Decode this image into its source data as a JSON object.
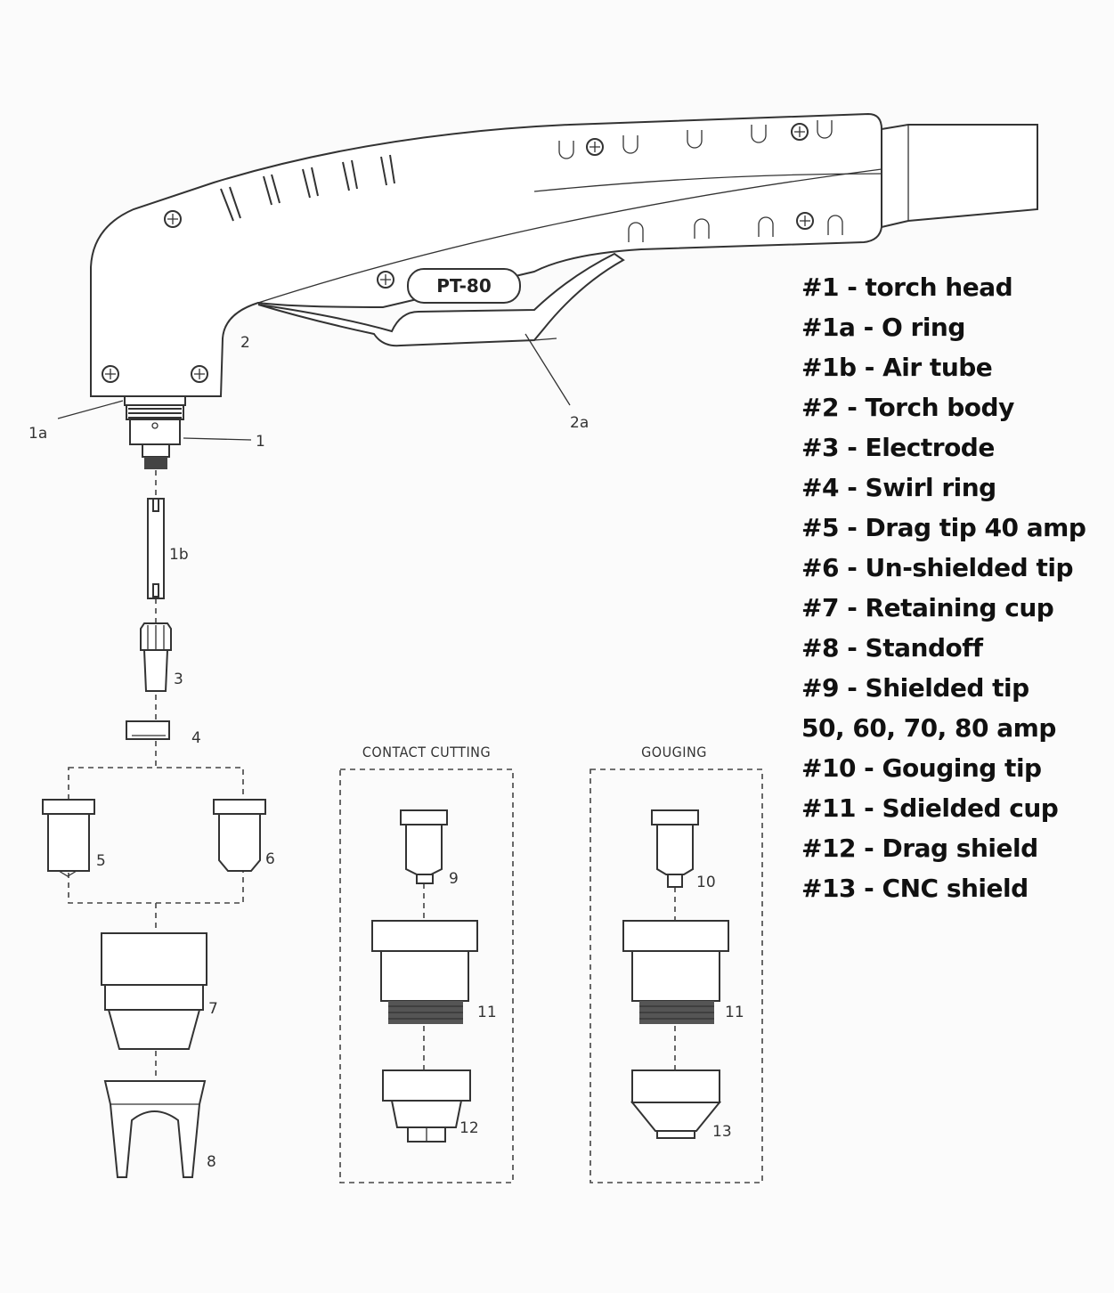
{
  "brand": "PT-80",
  "callouts": {
    "c1": "1",
    "c1a": "1a",
    "c1b": "1b",
    "c2": "2",
    "c2a": "2a",
    "c3": "3",
    "c4": "4",
    "c5": "5",
    "c6": "6",
    "c7": "7",
    "c8": "8",
    "c9": "9",
    "c10": "10",
    "c11a": "11",
    "c11b": "11",
    "c12": "12",
    "c13": "13"
  },
  "boxes": {
    "contact_cutting": "CONTACT CUTTING",
    "gouging": "GOUGING"
  },
  "legend": [
    "#1 - torch head",
    "#1a - O ring",
    "#1b - Air tube",
    "#2 - Torch body",
    "#3 - Electrode",
    "#4 - Swirl ring",
    "#5 - Drag tip 40 amp",
    "#6 - Un-shielded tip",
    "#7 - Retaining cup",
    "#8 - Standoff",
    "#9 - Shielded tip",
    "50, 60, 70, 80 amp",
    "#10 - Gouging tip",
    "#11 - Sdielded cup",
    "#12 - Drag shield",
    "#13 - CNC shield"
  ]
}
